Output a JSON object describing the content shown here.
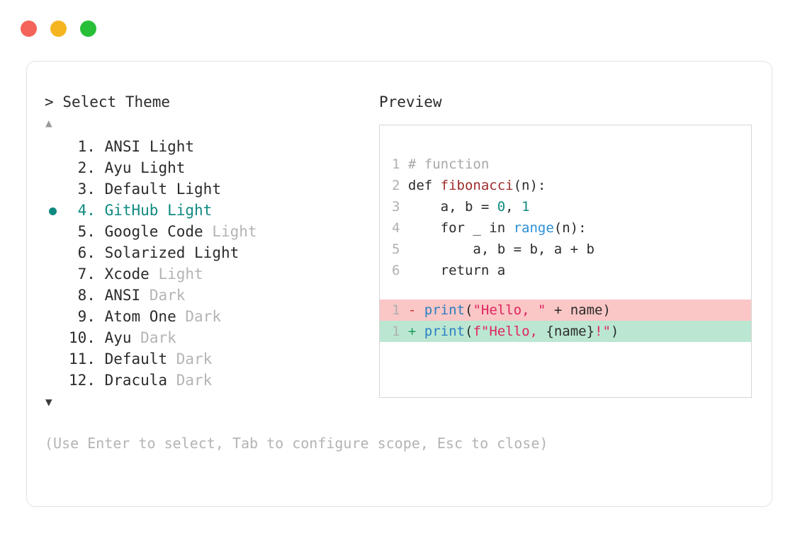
{
  "window": {
    "buttons": [
      {
        "name": "close",
        "color": "#f4645a"
      },
      {
        "name": "minimize",
        "color": "#f5b521"
      },
      {
        "name": "maximize",
        "color": "#27bf38"
      }
    ]
  },
  "prompt": {
    "caret": ">",
    "title": "Select Theme",
    "scroll_up": "▲",
    "scroll_down": "▼"
  },
  "themes": [
    {
      "num": "1.",
      "name": "ANSI",
      "suffix": "Light",
      "suffix_muted": false,
      "selected": false
    },
    {
      "num": "2.",
      "name": "Ayu",
      "suffix": "Light",
      "suffix_muted": false,
      "selected": false
    },
    {
      "num": "3.",
      "name": "Default",
      "suffix": "Light",
      "suffix_muted": false,
      "selected": false
    },
    {
      "num": "4.",
      "name": "GitHub",
      "suffix": "Light",
      "suffix_muted": false,
      "selected": true
    },
    {
      "num": "5.",
      "name": "Google Code",
      "suffix": "Light",
      "suffix_muted": true,
      "selected": false
    },
    {
      "num": "6.",
      "name": "Solarized",
      "suffix": "Light",
      "suffix_muted": false,
      "selected": false
    },
    {
      "num": "7.",
      "name": "Xcode",
      "suffix": "Light",
      "suffix_muted": true,
      "selected": false
    },
    {
      "num": "8.",
      "name": "ANSI",
      "suffix": "Dark",
      "suffix_muted": true,
      "selected": false
    },
    {
      "num": "9.",
      "name": "Atom One",
      "suffix": "Dark",
      "suffix_muted": true,
      "selected": false
    },
    {
      "num": "10.",
      "name": "Ayu",
      "suffix": "Dark",
      "suffix_muted": true,
      "selected": false
    },
    {
      "num": "11.",
      "name": "Default",
      "suffix": "Dark",
      "suffix_muted": true,
      "selected": false
    },
    {
      "num": "12.",
      "name": "Dracula",
      "suffix": "Dark",
      "suffix_muted": true,
      "selected": false
    }
  ],
  "preview": {
    "label": "Preview",
    "code_lines": [
      {
        "ln": "1",
        "tokens": [
          {
            "t": "# function",
            "c": "comment"
          }
        ]
      },
      {
        "ln": "2",
        "tokens": [
          {
            "t": "def ",
            "c": "keyword"
          },
          {
            "t": "fibonacci",
            "c": "fn"
          },
          {
            "t": "(n):",
            "c": "plain"
          }
        ]
      },
      {
        "ln": "3",
        "tokens": [
          {
            "t": "    a, b = ",
            "c": "plain"
          },
          {
            "t": "0",
            "c": "num"
          },
          {
            "t": ", ",
            "c": "plain"
          },
          {
            "t": "1",
            "c": "num"
          }
        ]
      },
      {
        "ln": "4",
        "tokens": [
          {
            "t": "    for _ in ",
            "c": "plain"
          },
          {
            "t": "range",
            "c": "builtin"
          },
          {
            "t": "(n):",
            "c": "plain"
          }
        ]
      },
      {
        "ln": "5",
        "tokens": [
          {
            "t": "        a, b = b, a + b",
            "c": "plain"
          }
        ]
      },
      {
        "ln": "6",
        "tokens": [
          {
            "t": "    return a",
            "c": "plain"
          }
        ]
      }
    ],
    "diff_lines": [
      {
        "ln": "1",
        "kind": "del",
        "marker": "-",
        "tokens": [
          {
            "t": "print",
            "c": "call"
          },
          {
            "t": "(",
            "c": "plain"
          },
          {
            "t": "\"Hello, \"",
            "c": "str"
          },
          {
            "t": " + name)",
            "c": "plain"
          }
        ]
      },
      {
        "ln": "1",
        "kind": "add",
        "marker": "+",
        "tokens": [
          {
            "t": "print",
            "c": "call"
          },
          {
            "t": "(",
            "c": "plain"
          },
          {
            "t": "f\"Hello, ",
            "c": "str"
          },
          {
            "t": "{name}",
            "c": "plain"
          },
          {
            "t": "!\"",
            "c": "str"
          },
          {
            "t": ")",
            "c": "plain"
          }
        ]
      }
    ]
  },
  "footer": {
    "hint": "(Use Enter to select, Tab to configure scope, Esc to close)"
  }
}
